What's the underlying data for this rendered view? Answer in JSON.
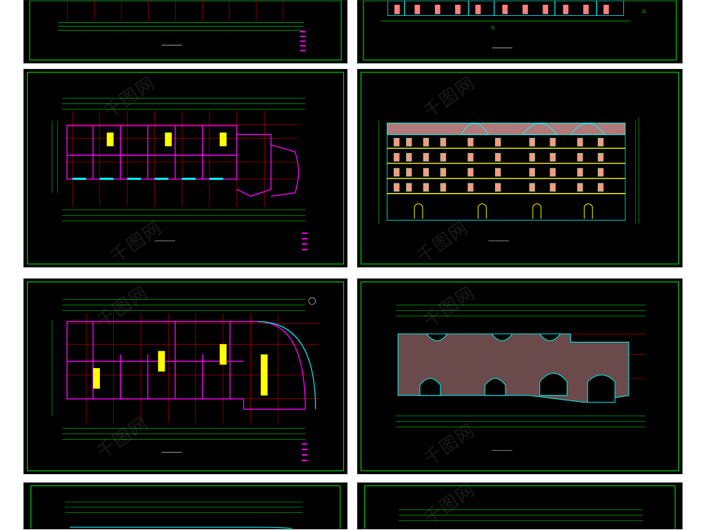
{
  "page": {
    "background": "#ffffff",
    "sheet_background": "#000000",
    "frame_color": "#00ff00"
  },
  "watermark": {
    "text": "千图网"
  },
  "colors": {
    "grid": "#00ff00",
    "axis": "#ff0000",
    "wall": "#ff00ff",
    "window": "#00ffff",
    "accent": "#ffff00",
    "text": "#ffffff"
  },
  "sheets": [
    {
      "id": "s1",
      "kind": "plan-partial",
      "caption": "",
      "icon": "plan-drawing-icon"
    },
    {
      "id": "s2",
      "kind": "elevation-partial",
      "caption": "",
      "icon": "elevation-drawing-icon"
    },
    {
      "id": "s3",
      "kind": "floor-plan",
      "caption": "",
      "icon": "plan-drawing-icon"
    },
    {
      "id": "s4",
      "kind": "elevation",
      "caption": "",
      "icon": "elevation-drawing-icon"
    },
    {
      "id": "s5",
      "kind": "floor-plan",
      "caption": "",
      "icon": "plan-drawing-icon"
    },
    {
      "id": "s6",
      "kind": "roof-plan",
      "caption": "",
      "icon": "roof-drawing-icon"
    },
    {
      "id": "s7",
      "kind": "floor-plan-partial",
      "caption": "",
      "icon": "plan-drawing-icon"
    },
    {
      "id": "s8",
      "kind": "plan-partial",
      "caption": "",
      "icon": "plan-drawing-icon"
    }
  ]
}
